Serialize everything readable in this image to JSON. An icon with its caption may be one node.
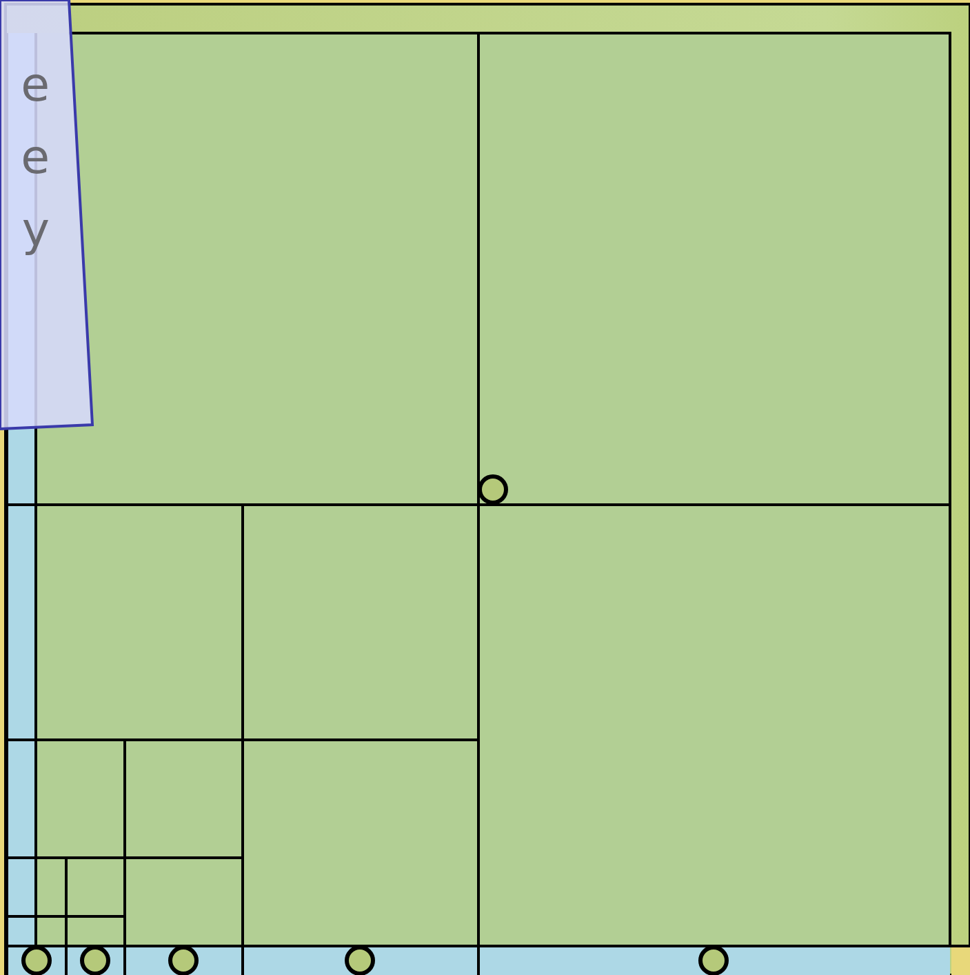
{
  "diagram": {
    "labels": [
      "e",
      "e",
      "y"
    ]
  }
}
